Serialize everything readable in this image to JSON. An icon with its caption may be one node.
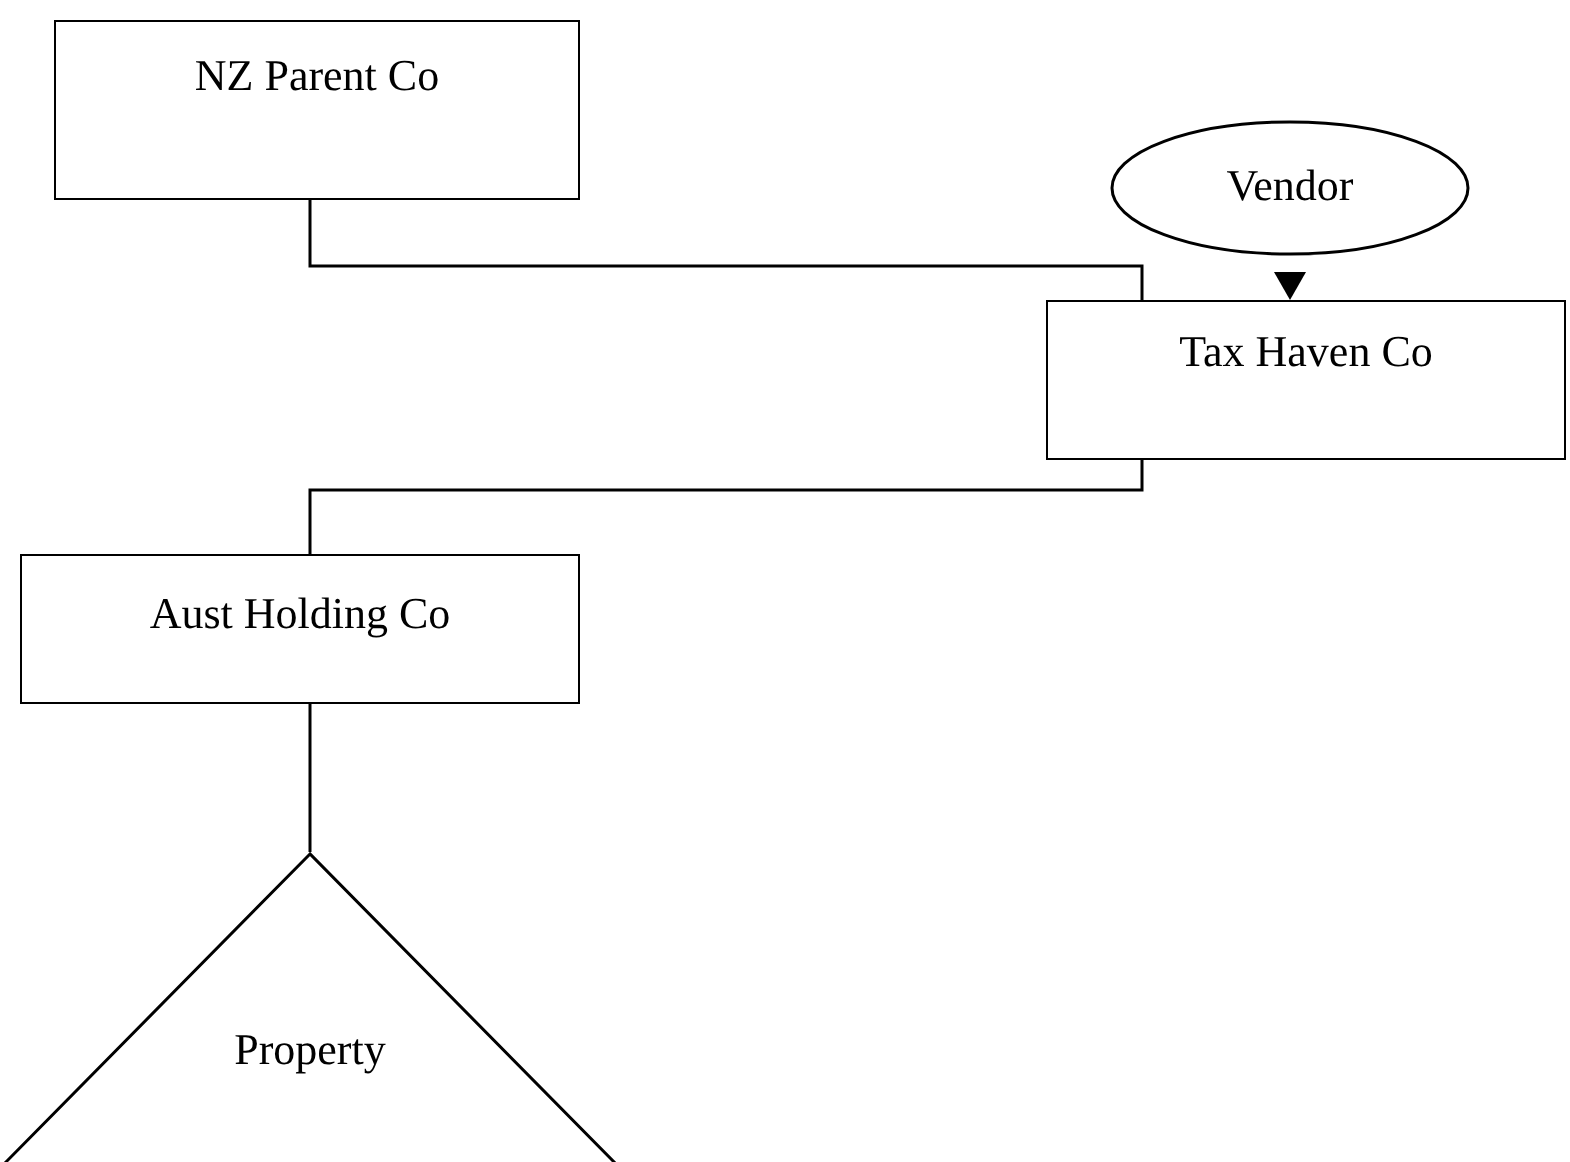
{
  "diagram": {
    "nodes": [
      {
        "text": [
          "NZ Parent Co"
        ]
      },
      {
        "text": [
          "Vendor"
        ]
      },
      {
        "text": [
          "Tax Haven Co"
        ]
      },
      {
        "text": [
          "Aust Holding Co"
        ]
      },
      {
        "text": [
          "Property"
        ]
      }
    ],
    "edges": [
      {
        "from": 0,
        "to": 2,
        "arrow": "none"
      },
      {
        "from": 1,
        "to": 2,
        "arrow": "to"
      },
      {
        "from": 2,
        "to": 3,
        "arrow": "none"
      },
      {
        "from": 3,
        "to": 4,
        "arrow": "none"
      }
    ]
  }
}
